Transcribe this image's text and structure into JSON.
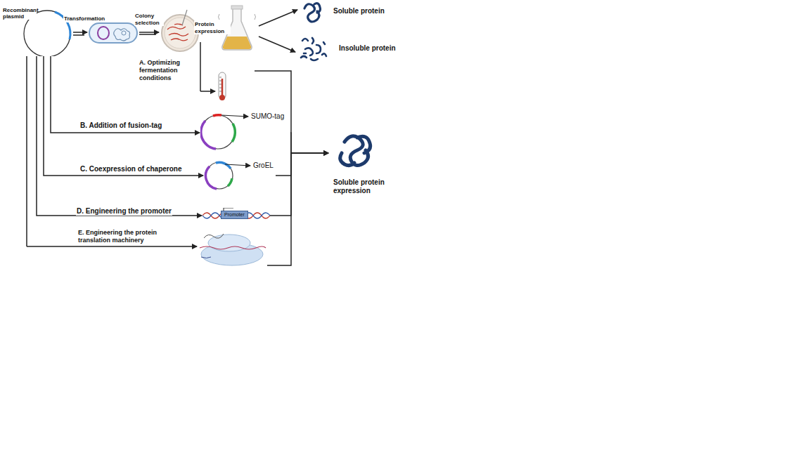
{
  "diagram": {
    "nodes": [
      {
        "text": [
          "Recombinant plasmid"
        ]
      },
      {
        "text": [
          "Soluble protein"
        ]
      },
      {
        "text": [
          "Insoluble protein"
        ]
      },
      {
        "text": [
          "SUMO-tag"
        ]
      },
      {
        "text": [
          "GroEL"
        ]
      },
      {
        "text": [
          "Promoter"
        ]
      },
      {
        "text": [
          "Soluble protein expression"
        ]
      }
    ],
    "edges": [
      {
        "from": 0,
        "to": 3,
        "label": "B. Addition of fusion-tag",
        "arrow": "to"
      },
      {
        "from": 0,
        "to": 4,
        "label": "C. Coexpression of chaperone",
        "arrow": "to"
      },
      {
        "from": 0,
        "to": 5,
        "label": "D. Engineering the promoter",
        "arrow": "to"
      },
      {
        "from": 3,
        "to": 6,
        "arrow": "to"
      },
      {
        "from": 4,
        "to": 6,
        "arrow": "to"
      },
      {
        "from": 5,
        "to": 6,
        "arrow": "to"
      }
    ],
    "labels": [
      "Transformation",
      "Colony selection",
      "Protein expression",
      "A. Optimizing fermentation conditions",
      "E. Engineering the protein translation machinery"
    ]
  }
}
